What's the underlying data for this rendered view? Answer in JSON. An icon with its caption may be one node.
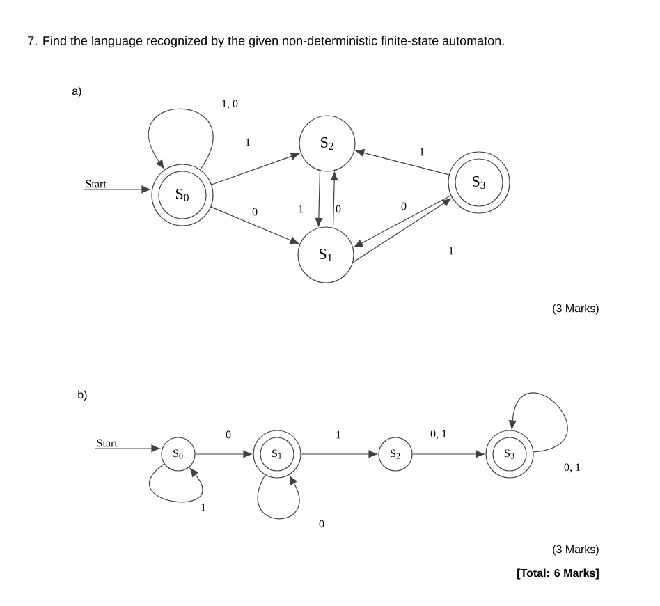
{
  "diagram": {
    "title": "7. Find the language recognized by the given non-deterministic finite-state automaton.",
    "nodes": [
      {
        "text": [
          "Start"
        ]
      },
      {
        "text": [
          "S$_{0}$"
        ]
      },
      {
        "text": [
          "S$_{2}$"
        ]
      },
      {
        "text": [
          "S$_{1}$"
        ]
      },
      {
        "text": [
          "S$_{3}$"
        ]
      },
      {
        "text": [
          "Start"
        ]
      },
      {
        "text": [
          "S$_{0}$"
        ]
      },
      {
        "text": [
          "S$_{1}$"
        ]
      },
      {
        "text": [
          "S$_{2}$"
        ]
      },
      {
        "text": [
          "S$_{3}$"
        ]
      }
    ],
    "edges": [
      {
        "from": 0,
        "to": 1,
        "arrow": "to"
      },
      {
        "from": 1,
        "to": 1,
        "arrow": "to",
        "label": "1, 0"
      },
      {
        "from": 1,
        "to": 2,
        "arrow": "to",
        "label": "1"
      },
      {
        "from": 1,
        "to": 3,
        "arrow": "to",
        "label": "0"
      },
      {
        "from": 2,
        "to": 3,
        "arrow": "to",
        "label": "1"
      },
      {
        "from": 3,
        "to": 2,
        "arrow": "to",
        "label": "0"
      },
      {
        "from": 4,
        "to": 2,
        "arrow": "to",
        "label": "1"
      },
      {
        "from": 4,
        "to": 3,
        "arrow": "to",
        "label": "0"
      },
      {
        "from": 3,
        "to": 4,
        "arrow": "to",
        "label": "1"
      },
      {
        "from": 5,
        "to": 6,
        "arrow": "to"
      },
      {
        "from": 6,
        "to": 6,
        "arrow": "to",
        "label": "1"
      },
      {
        "from": 6,
        "to": 7,
        "arrow": "to",
        "label": "0"
      },
      {
        "from": 7,
        "to": 7,
        "arrow": "to",
        "label": "0"
      },
      {
        "from": 7,
        "to": 8,
        "arrow": "to",
        "label": "1"
      },
      {
        "from": 8,
        "to": 9,
        "arrow": "to",
        "label": "0, 1"
      },
      {
        "from": 9,
        "to": 9,
        "arrow": "to",
        "label": "0, 1"
      }
    ],
    "labels": [
      "a)",
      "(3 Marks)",
      "b)",
      "(3 Marks)",
      "[Total: 6 Marks]"
    ]
  }
}
